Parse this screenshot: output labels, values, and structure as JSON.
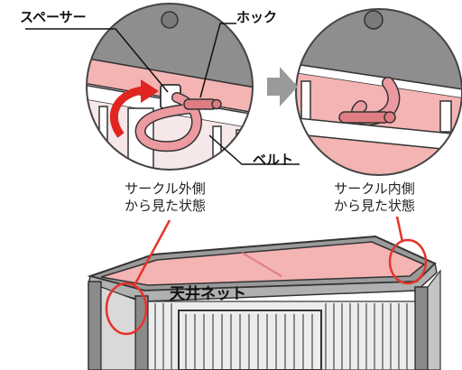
{
  "labels": {
    "spacer": "スペーサー",
    "hook": "ホック",
    "belt": "ベルト",
    "roof_net": "天井ネット"
  },
  "captions": {
    "outside": [
      "サークル外側",
      "から見た状態"
    ],
    "inside": [
      "サークル内側",
      "から見た状態"
    ]
  },
  "colors": {
    "pink": "#f3b4b3",
    "pink_dark": "#e07d82",
    "belt": "#ec9aa0",
    "red_arrow": "#e02420",
    "red_line": "#e4352b",
    "gray_panel": "#8e8e8e",
    "frame": "#6b6b6b",
    "arrow_gray": "#9a9a9a"
  },
  "icons": {
    "step_arrow": "right-arrow-icon",
    "rotate_arrow": "curved-arrow-icon"
  }
}
